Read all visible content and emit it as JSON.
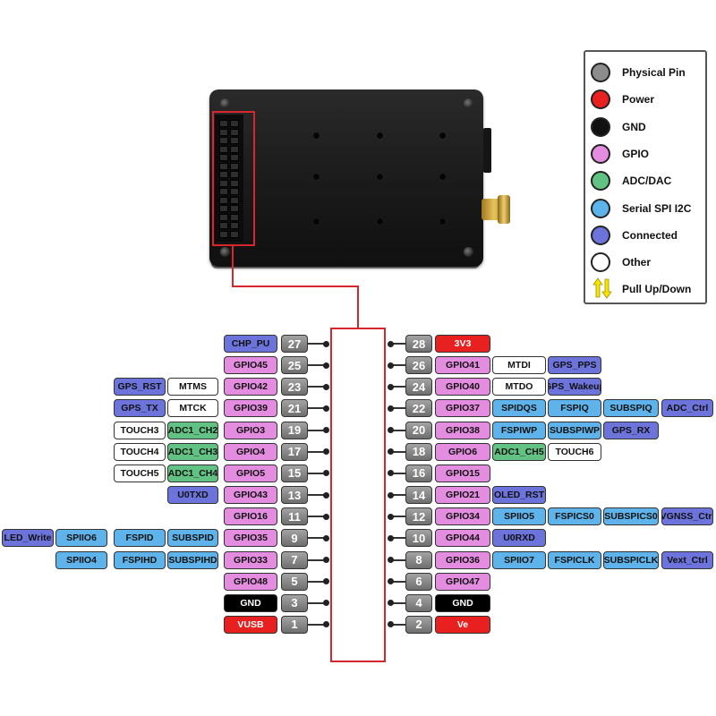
{
  "legend": [
    {
      "label": "Physical Pin",
      "color": "#8c8c8c"
    },
    {
      "label": "Power",
      "color": "#e8201f"
    },
    {
      "label": "GND",
      "color": "#111111"
    },
    {
      "label": "GPIO",
      "color": "#e48ce0"
    },
    {
      "label": "ADC/DAC",
      "color": "#62c283"
    },
    {
      "label": "Serial SPI I2C",
      "color": "#5eb3ea"
    },
    {
      "label": "Connected",
      "color": "#6c74dc"
    },
    {
      "label": "Other",
      "color": "#ffffff"
    },
    {
      "label": "Pull Up/Down",
      "icon": "pull-up-down-arrows-icon",
      "color": "#f5e600"
    }
  ],
  "colors": {
    "power": "#e8201f",
    "gnd": "#000000",
    "gpio": "#e48ce0",
    "adc": "#62c283",
    "serial": "#5eb3ea",
    "connected": "#6c74dc",
    "other": "#ffffff",
    "physical": "#8c8c8c",
    "highlight": "#d8262d"
  },
  "left_pins": [
    {
      "pin": "27",
      "labels": [
        {
          "text": "CHP_PU",
          "type": "connected"
        }
      ]
    },
    {
      "pin": "25",
      "labels": [
        {
          "text": "GPIO45",
          "type": "gpio"
        }
      ]
    },
    {
      "pin": "23",
      "labels": [
        {
          "text": "GPIO42",
          "type": "gpio"
        },
        {
          "text": "MTMS",
          "type": "other"
        },
        {
          "text": "GPS_RST",
          "type": "connected"
        }
      ]
    },
    {
      "pin": "21",
      "labels": [
        {
          "text": "GPIO39",
          "type": "gpio"
        },
        {
          "text": "MTCK",
          "type": "other"
        },
        {
          "text": "GPS_TX",
          "type": "connected"
        }
      ]
    },
    {
      "pin": "19",
      "labels": [
        {
          "text": "GPIO3",
          "type": "gpio"
        },
        {
          "text": "ADC1_CH2",
          "type": "adc"
        },
        {
          "text": "TOUCH3",
          "type": "other"
        }
      ]
    },
    {
      "pin": "17",
      "labels": [
        {
          "text": "GPIO4",
          "type": "gpio"
        },
        {
          "text": "ADC1_CH3",
          "type": "adc"
        },
        {
          "text": "TOUCH4",
          "type": "other"
        }
      ]
    },
    {
      "pin": "15",
      "labels": [
        {
          "text": "GPIO5",
          "type": "gpio"
        },
        {
          "text": "ADC1_CH4",
          "type": "adc"
        },
        {
          "text": "TOUCH5",
          "type": "other"
        }
      ]
    },
    {
      "pin": "13",
      "labels": [
        {
          "text": "GPIO43",
          "type": "gpio"
        },
        {
          "text": "U0TXD",
          "type": "connected"
        }
      ]
    },
    {
      "pin": "11",
      "labels": [
        {
          "text": "GPIO16",
          "type": "gpio"
        }
      ]
    },
    {
      "pin": "9",
      "labels": [
        {
          "text": "GPIO35",
          "type": "gpio"
        },
        {
          "text": "SUBSPID",
          "type": "serial"
        },
        {
          "text": "FSPID",
          "type": "serial"
        },
        {
          "text": "SPIIO6",
          "type": "serial"
        },
        {
          "text": "LED_Write",
          "type": "connected"
        }
      ]
    },
    {
      "pin": "7",
      "labels": [
        {
          "text": "GPIO33",
          "type": "gpio"
        },
        {
          "text": "SUBSPIHD",
          "type": "serial"
        },
        {
          "text": "FSPIHD",
          "type": "serial"
        },
        {
          "text": "SPIIO4",
          "type": "serial"
        }
      ]
    },
    {
      "pin": "5",
      "labels": [
        {
          "text": "GPIO48",
          "type": "gpio"
        }
      ]
    },
    {
      "pin": "3",
      "labels": [
        {
          "text": "GND",
          "type": "gnd"
        }
      ]
    },
    {
      "pin": "1",
      "labels": [
        {
          "text": "VUSB",
          "type": "power"
        }
      ]
    }
  ],
  "right_pins": [
    {
      "pin": "28",
      "labels": [
        {
          "text": "3V3",
          "type": "power"
        }
      ]
    },
    {
      "pin": "26",
      "labels": [
        {
          "text": "GPIO41",
          "type": "gpio"
        },
        {
          "text": "MTDI",
          "type": "other"
        },
        {
          "text": "GPS_PPS",
          "type": "connected"
        }
      ]
    },
    {
      "pin": "24",
      "labels": [
        {
          "text": "GPIO40",
          "type": "gpio"
        },
        {
          "text": "MTDO",
          "type": "other"
        },
        {
          "text": "GPS_Wakeup",
          "type": "connected"
        }
      ]
    },
    {
      "pin": "22",
      "labels": [
        {
          "text": "GPIO37",
          "type": "gpio"
        },
        {
          "text": "SPIDQS",
          "type": "serial"
        },
        {
          "text": "FSPIQ",
          "type": "serial"
        },
        {
          "text": "SUBSPIQ",
          "type": "serial"
        },
        {
          "text": "ADC_Ctrl",
          "type": "connected"
        }
      ]
    },
    {
      "pin": "20",
      "labels": [
        {
          "text": "GPIO38",
          "type": "gpio"
        },
        {
          "text": "FSPIWP",
          "type": "serial"
        },
        {
          "text": "SUBSPIWP",
          "type": "serial"
        },
        {
          "text": "GPS_RX",
          "type": "connected"
        }
      ]
    },
    {
      "pin": "18",
      "labels": [
        {
          "text": "GPIO6",
          "type": "gpio"
        },
        {
          "text": "ADC1_CH5",
          "type": "adc"
        },
        {
          "text": "TOUCH6",
          "type": "other"
        }
      ]
    },
    {
      "pin": "16",
      "labels": [
        {
          "text": "GPIO15",
          "type": "gpio"
        }
      ]
    },
    {
      "pin": "14",
      "labels": [
        {
          "text": "GPIO21",
          "type": "gpio"
        },
        {
          "text": "OLED_RST",
          "type": "connected"
        }
      ]
    },
    {
      "pin": "12",
      "labels": [
        {
          "text": "GPIO34",
          "type": "gpio"
        },
        {
          "text": "SPIIO5",
          "type": "serial"
        },
        {
          "text": "FSPICS0",
          "type": "serial"
        },
        {
          "text": "SUBSPICS0",
          "type": "serial"
        },
        {
          "text": "VGNSS_Ctrl",
          "type": "connected"
        }
      ]
    },
    {
      "pin": "10",
      "labels": [
        {
          "text": "GPIO44",
          "type": "gpio"
        },
        {
          "text": "U0RXD",
          "type": "connected"
        }
      ]
    },
    {
      "pin": "8",
      "labels": [
        {
          "text": "GPIO36",
          "type": "gpio"
        },
        {
          "text": "SPIIO7",
          "type": "serial"
        },
        {
          "text": "FSPICLK",
          "type": "serial"
        },
        {
          "text": "SUBSPICLK",
          "type": "serial"
        },
        {
          "text": "Vext_Ctrl",
          "type": "connected"
        }
      ]
    },
    {
      "pin": "6",
      "labels": [
        {
          "text": "GPIO47",
          "type": "gpio"
        }
      ]
    },
    {
      "pin": "4",
      "labels": [
        {
          "text": "GND",
          "type": "gnd"
        }
      ]
    },
    {
      "pin": "2",
      "labels": [
        {
          "text": "Ve",
          "type": "power"
        }
      ]
    }
  ]
}
